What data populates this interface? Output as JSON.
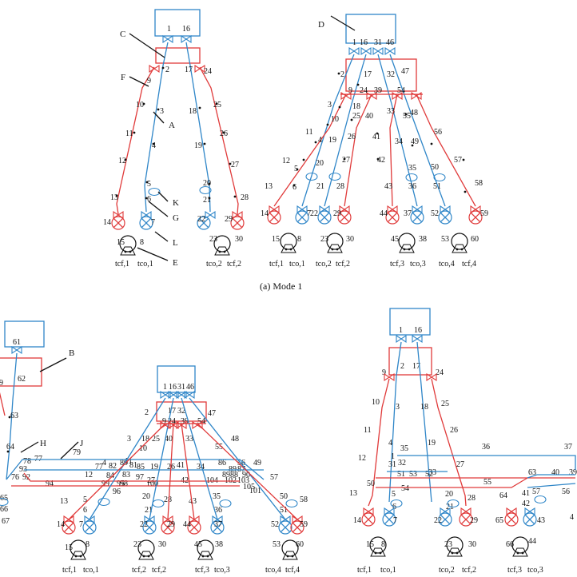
{
  "colors": {
    "blue": "#2f86c8",
    "red": "#e03a3a",
    "black": "#111111"
  },
  "caption": "(a) Mode 1",
  "callout_letters": [
    "A",
    "B",
    "C",
    "D",
    "E",
    "F",
    "G",
    "H",
    "J",
    "K",
    "L"
  ],
  "tcf_labels": [
    "tcf,1",
    "tcf,2",
    "tcf,3",
    "tcf,4"
  ],
  "tco_labels": [
    "tco,1",
    "tco,2",
    "tco,3",
    "tco,4"
  ],
  "node_numbers": [
    "1",
    "2",
    "3",
    "4",
    "5",
    "6",
    "7",
    "8",
    "9",
    "10",
    "11",
    "12",
    "13",
    "14",
    "15",
    "16",
    "17",
    "18",
    "19",
    "20",
    "21",
    "22",
    "23",
    "24",
    "25",
    "26",
    "27",
    "28",
    "29",
    "30",
    "31",
    "32",
    "33",
    "34",
    "35",
    "36",
    "37",
    "38",
    "39",
    "40",
    "41",
    "42",
    "43",
    "44",
    "45",
    "46",
    "47",
    "48",
    "49",
    "50",
    "51",
    "52",
    "53",
    "54",
    "55",
    "56",
    "57",
    "58",
    "59",
    "60",
    "61",
    "62",
    "63",
    "64",
    "65",
    "66",
    "67",
    "76",
    "77",
    "78",
    "79",
    "80",
    "81",
    "82",
    "83",
    "84",
    "85",
    "86",
    "87",
    "88",
    "89",
    "90",
    "91",
    "92",
    "93",
    "94",
    "95",
    "96",
    "97",
    "98",
    "99",
    "100",
    "101",
    "102",
    "103",
    "104",
    "105"
  ],
  "icons": [
    "tank-box",
    "header-box",
    "valve-symbol",
    "heat-exchanger-symbol",
    "pump-symbol",
    "bypass-ellipse-symbol"
  ]
}
